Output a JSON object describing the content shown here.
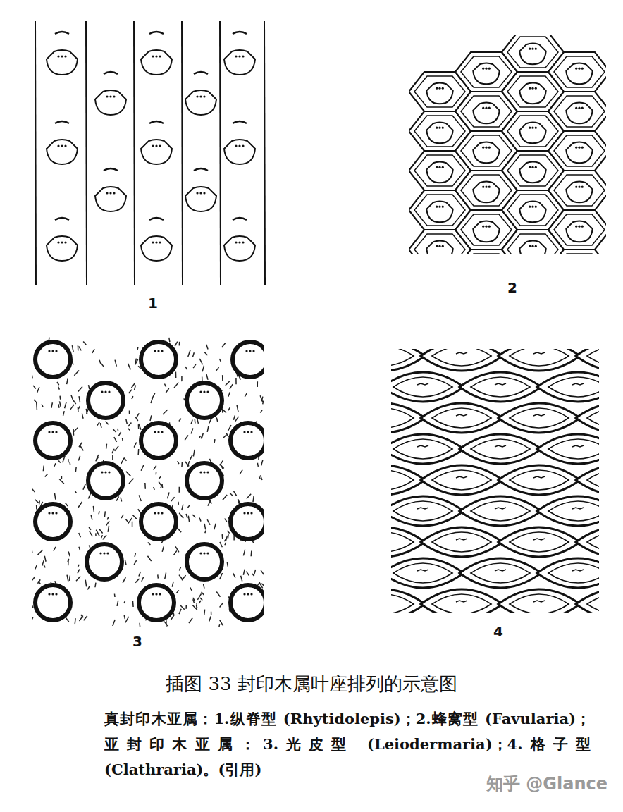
{
  "diagram": {
    "title": "插图 33 封印木属叶座排列的示意图",
    "caption": "真封印木亚属：1.纵脊型 (Rhytidolepis)；2.蜂窝型 (Favularia)；亚封印木亚属：3.光皮型 (Leiodermaria)；4.格子型 (Clathraria)。(引用)",
    "labels": [
      "1",
      "2",
      "3",
      "4",
      "知乎 @Glance"
    ]
  }
}
